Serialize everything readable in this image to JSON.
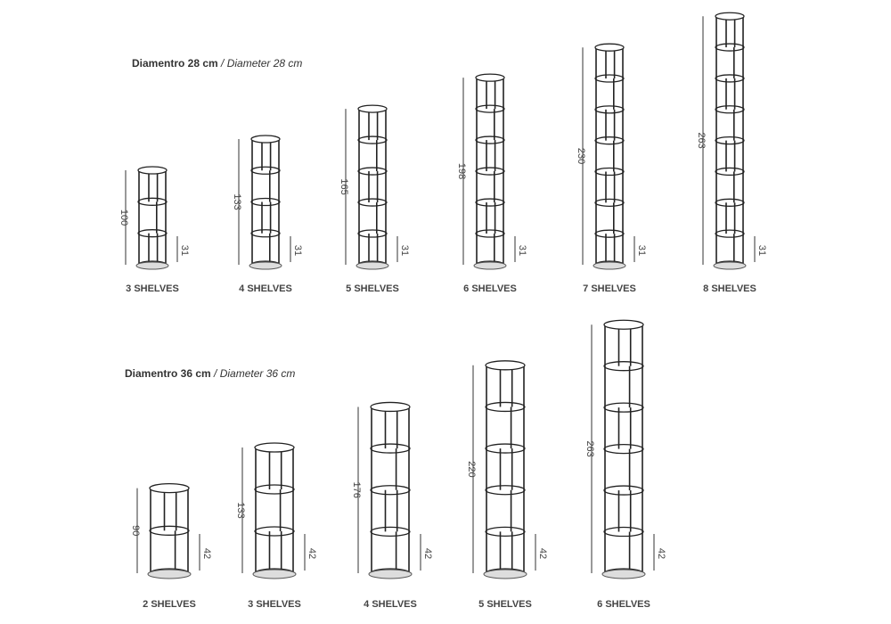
{
  "sections": [
    {
      "title": "Diamentro 28 cm",
      "title_en": "/ Diameter 28 cm",
      "units": [
        {
          "label": "3 SHELVES",
          "shelves": 3,
          "height": "100",
          "base_dim": "31"
        },
        {
          "label": "4 SHELVES",
          "shelves": 4,
          "height": "133",
          "base_dim": "31"
        },
        {
          "label": "5 SHELVES",
          "shelves": 5,
          "height": "165",
          "base_dim": "31"
        },
        {
          "label": "6 SHELVES",
          "shelves": 6,
          "height": "198",
          "base_dim": "31"
        },
        {
          "label": "7 SHELVES",
          "shelves": 7,
          "height": "230",
          "base_dim": "31"
        },
        {
          "label": "8 SHELVES",
          "shelves": 8,
          "height": "263",
          "base_dim": "31"
        }
      ]
    },
    {
      "title": "Diamentro 36 cm",
      "title_en": "/ Diameter 36 cm",
      "units": [
        {
          "label": "2 SHELVES",
          "shelves": 2,
          "height": "90",
          "base_dim": "42"
        },
        {
          "label": "3 SHELVES",
          "shelves": 3,
          "height": "133",
          "base_dim": "42"
        },
        {
          "label": "4 SHELVES",
          "shelves": 4,
          "height": "176",
          "base_dim": "42"
        },
        {
          "label": "5 SHELVES",
          "shelves": 5,
          "height": "220",
          "base_dim": "42"
        },
        {
          "label": "6 SHELVES",
          "shelves": 6,
          "height": "263",
          "base_dim": "42"
        }
      ]
    }
  ]
}
